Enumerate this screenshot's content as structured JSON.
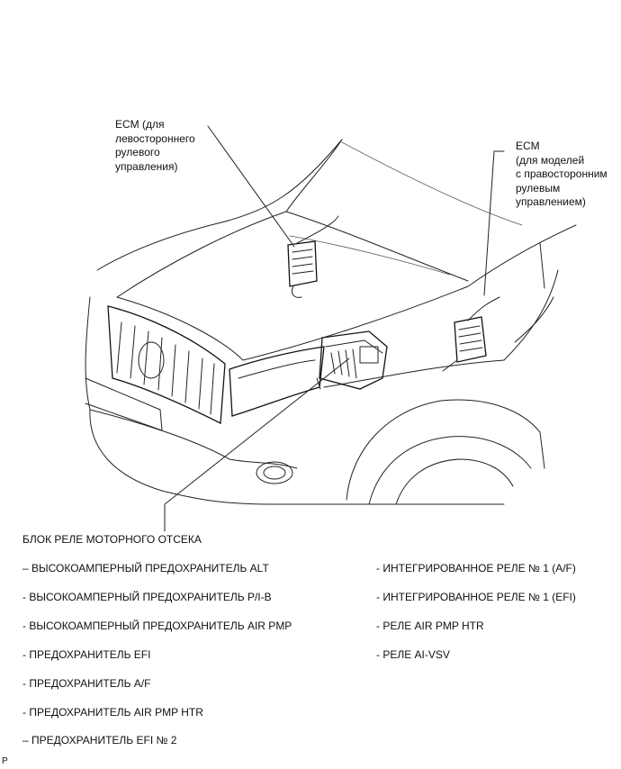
{
  "callouts": {
    "ecm_left": [
      "ECM (для",
      "левостороннего",
      "рулевого",
      "управления)"
    ],
    "ecm_right": [
      "ECM",
      "(для моделей",
      "с правосторонним",
      "рулевым",
      "управлением)"
    ]
  },
  "relay_block": {
    "title": "БЛОК РЕЛЕ МОТОРНОГО ОТСЕКА",
    "left_items": [
      "– ВЫСОКОАМПЕРНЫЙ ПРЕДОХРАНИТЕЛЬ ALT",
      "- ВЫСОКОАМПЕРНЫЙ ПРЕДОХРАНИТЕЛЬ P/I-B",
      "- ВЫСОКОАМПЕРНЫЙ ПРЕДОХРАНИТЕЛЬ AIR PMP",
      "- ПРЕДОХРАНИТЕЛЬ EFI",
      "- ПРЕДОХРАНИТЕЛЬ A/F",
      "- ПРЕДОХРАНИТЕЛЬ AIR PMP HTR",
      "– ПРЕДОХРАНИТЕЛЬ EFI № 2"
    ],
    "right_items": [
      "- ИНТЕГРИРОВАННОЕ РЕЛЕ № 1 (A/F)",
      "- ИНТЕГРИРОВАННОЕ РЕЛЕ № 1 (EFI)",
      "- РЕЛЕ AIR PMP HTR",
      "- РЕЛЕ AI-VSV"
    ]
  },
  "corner_mark": "P"
}
